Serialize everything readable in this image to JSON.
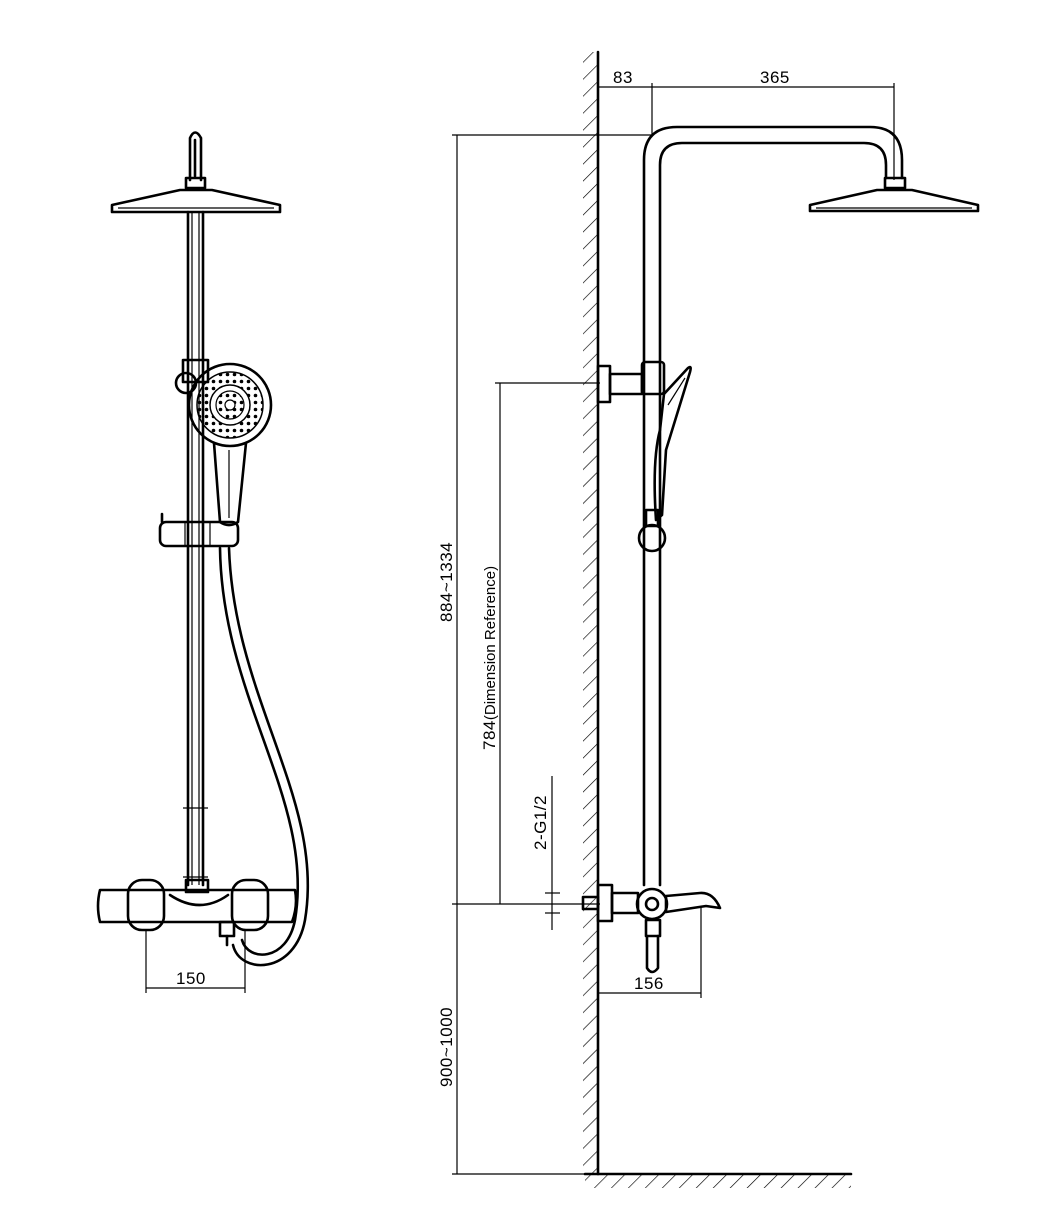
{
  "dimensions": {
    "mixer_center_distance": "150",
    "wall_offset": "83",
    "arm_reach": "365",
    "spout_length": "156",
    "total_height_range": "884~1334",
    "slide_reference_value": "784",
    "slide_reference_note": "(Dimension Reference)",
    "inlet_thread": "2-G1/2",
    "mount_height_range": "900~1000"
  },
  "colors": {
    "line": "#000000",
    "background": "#ffffff"
  }
}
